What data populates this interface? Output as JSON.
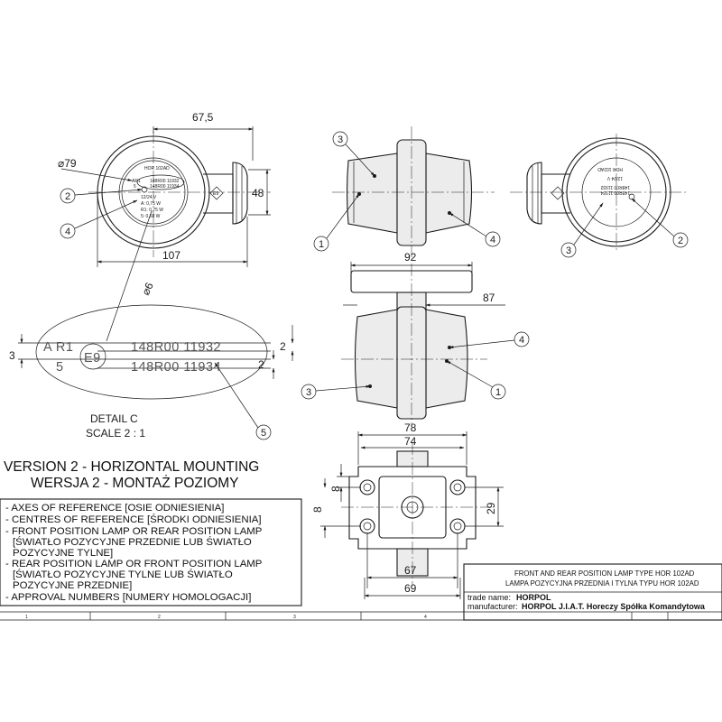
{
  "dimensions": {
    "d_67_5": "67,5",
    "d_79": "⌀79",
    "d_48": "48",
    "d_107": "107",
    "d_92": "92",
    "d_87": "87",
    "d_6": "⌀6",
    "d_2_top": "2",
    "d_2_bot": "2",
    "d_3": "3",
    "d_78": "78",
    "d_74": "74",
    "d_8_a": "8",
    "d_8_b": "8",
    "d_29": "29",
    "d_67": "67",
    "d_69": "69"
  },
  "callouts": {
    "c1": "1",
    "c2": "2",
    "c3": "3",
    "c4": "4",
    "c5": "5"
  },
  "lamp_face": {
    "model": "HOR 102AD",
    "line1": "AR1",
    "line2": "5",
    "code1": "148R00 11932",
    "code2": "148R00 11934",
    "e_mark": "E9",
    "rating1": "12/24 V",
    "rating2": "A: 0,75 W",
    "rating3": "R1: 0,75 W",
    "rating4": "5: 0,58 W"
  },
  "detail": {
    "line1": "A R1",
    "line2": "5",
    "e_mark": "E9",
    "code1": "148R00 11932",
    "code2": "148R00 11934",
    "title": "DETAIL C",
    "scale": "SCALE 2 : 1"
  },
  "version": {
    "en": "VERSION 2 - HORIZONTAL MOUNTING",
    "pl": "WERSJA 2 - MONTAŻ POZIOMY"
  },
  "legend": [
    "- AXES OF REFERENCE [OSIE ODNIESIENIA]",
    "- CENTRES OF REFERENCE [ŚRODKI ODNIESIENIA]",
    "- FRONT POSITION LAMP OR REAR POSITION LAMP",
    "  [ŚWIATŁO POZYCYJNE PRZEDNIE LUB ŚWIATŁO",
    "  POZYCYJNE TYLNE]",
    "- REAR POSITION LAMP OR FRONT POSITION LAMP",
    "  [ŚWIATŁO POZYCYJNE TYLNE LUB ŚWIATŁO",
    "  POZYCYJNE PRZEDNIE]",
    "- APPROVAL NUMBERS [NUMERY HOMOLOGACJI]"
  ],
  "title_block": {
    "title_en": "FRONT AND REAR POSITION LAMP TYPE HOR 102AD",
    "title_pl": "LAMPA POZYCYJNA PRZEDNIA I TYLNA TYPU HOR 102AD",
    "trade_label": "trade name:",
    "trade_value": "HORPOL",
    "mfr_label": "manufacturer:",
    "mfr_value": "HORPOL J.I.A.T. Horeczy Spółka Komandytowa"
  },
  "frame_zones": [
    "1",
    "2",
    "3",
    "4"
  ]
}
